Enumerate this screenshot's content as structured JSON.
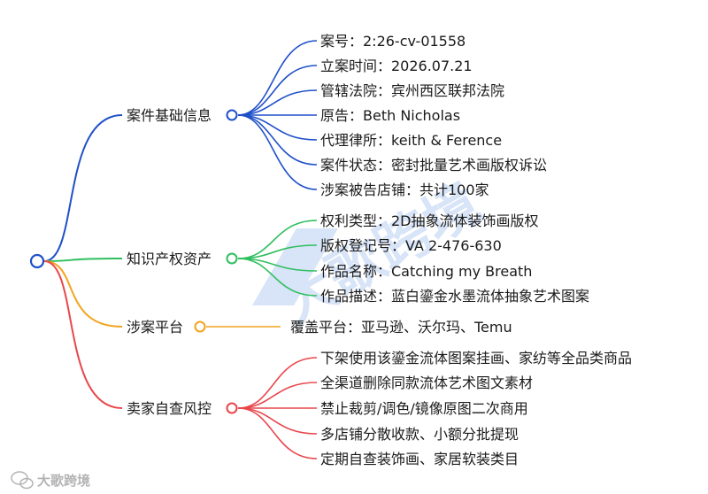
{
  "branches": [
    {
      "label": "案件基础信息",
      "color": "#1f50c9",
      "items": [
        "案号：2:26-cv-01558",
        "立案时间：2026.07.21",
        "管辖法院：宾州西区联邦法院",
        "原告：Beth Nicholas",
        "代理律所：keith & Ference",
        "案件状态：密封批量艺术画版权诉讼",
        "涉案被告店铺：共计100家"
      ]
    },
    {
      "label": "知识产权资产",
      "color": "#2fbf5f",
      "items": [
        "权利类型：2D抽象流体装饰画版权",
        "版权登记号：VA 2-476-630",
        "作品名称：Catching my Breath",
        "作品描述：蓝白鎏金水墨流体抽象艺术图案"
      ]
    },
    {
      "label": "涉案平台",
      "color": "#f2a41e",
      "items": [
        "覆盖平台：亚马逊、沃尔玛、Temu"
      ]
    },
    {
      "label": "卖家自查风控",
      "color": "#e8474c",
      "items": [
        "下架使用该鎏金流体图案挂画、家纺等全品类商品",
        "全渠道删除同款流体艺术图文素材",
        "禁止裁剪/调色/镜像原图二次商用",
        "多店铺分散收款、小额分批提现",
        "定期自查装饰画、家居软装类目"
      ]
    }
  ],
  "watermark": {
    "logo_text": "大歌跨境",
    "stamp_text": "大歌跨境"
  }
}
